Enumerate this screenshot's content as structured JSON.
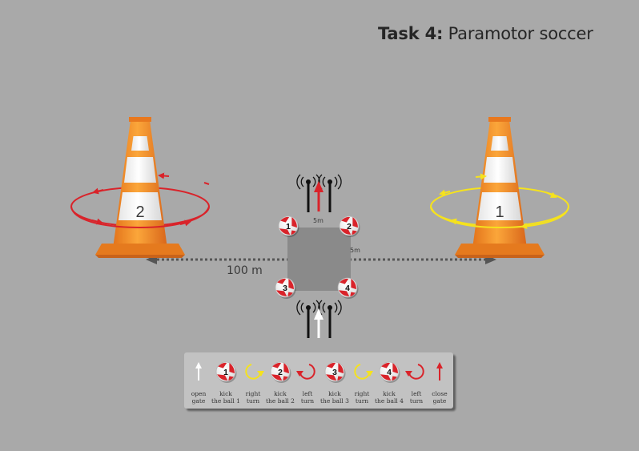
{
  "title": {
    "bold": "Task 4:",
    "rest": " Paramotor soccer"
  },
  "distance_label": "100 m",
  "square": {
    "top_side_label": "5m",
    "right_side_label": "5m"
  },
  "cones": [
    {
      "number": "2",
      "arrow_color": "#d9232a"
    },
    {
      "number": "1",
      "arrow_color": "#f5e21d"
    }
  ],
  "balls": [
    "1",
    "2",
    "3",
    "4"
  ],
  "colors": {
    "background": "#a9a9a9",
    "red": "#d9232a",
    "yellow": "#f5e21d",
    "white": "#ffffff",
    "square": "#8a8a8a",
    "cone_orange": "#f39224",
    "legend_panel": "#c2c2c2"
  },
  "legend": [
    {
      "icon": "up-arrow-white-icon",
      "line1": "open",
      "line2": "gate"
    },
    {
      "icon": "ball-icon",
      "ball_number": "1",
      "line1": "kick",
      "line2": "the ball 1"
    },
    {
      "icon": "right-turn-yellow-icon",
      "line1": "right",
      "line2": "turn"
    },
    {
      "icon": "ball-icon",
      "ball_number": "2",
      "line1": "kick",
      "line2": "the ball 2"
    },
    {
      "icon": "left-turn-red-icon",
      "line1": "left",
      "line2": "turn"
    },
    {
      "icon": "ball-icon",
      "ball_number": "3",
      "line1": "kick",
      "line2": "the ball 3"
    },
    {
      "icon": "right-turn-yellow-icon",
      "line1": "right",
      "line2": "turn"
    },
    {
      "icon": "ball-icon",
      "ball_number": "4",
      "line1": "kick",
      "line2": "the ball 4"
    },
    {
      "icon": "left-turn-red-icon",
      "line1": "left",
      "line2": "turn"
    },
    {
      "icon": "up-arrow-red-icon",
      "line1": "close",
      "line2": "gate"
    }
  ]
}
